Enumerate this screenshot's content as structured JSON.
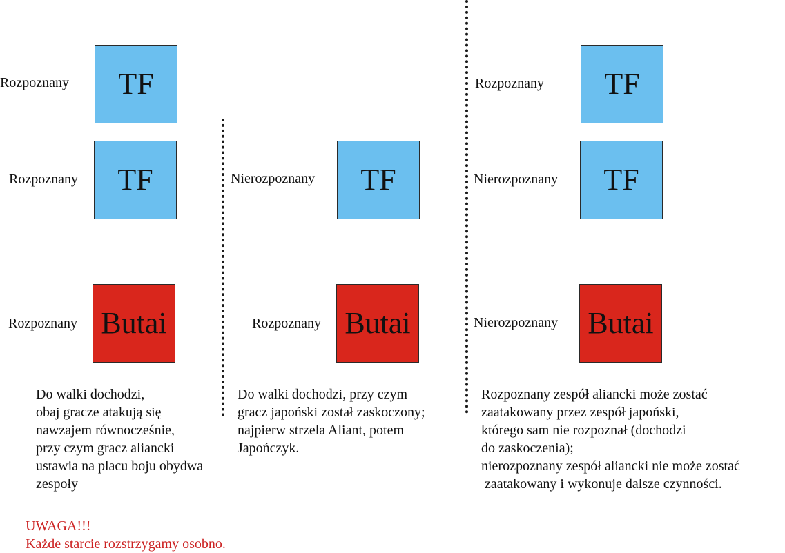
{
  "colors": {
    "tf_box": "#6bbfef",
    "butai_box": "#d9261c",
    "note_text": "#cc2222"
  },
  "columns": [
    {
      "units": [
        {
          "label": "Rozpoznany",
          "name": "TF"
        },
        {
          "label": "Rozpoznany",
          "name": "TF"
        },
        {
          "label": "Rozpoznany",
          "name": "Butai"
        }
      ],
      "description": [
        "Do walki dochodzi,",
        "obaj gracze atakują się",
        "nawzajem równocześnie,",
        "przy czym gracz aliancki",
        "ustawia na placu boju obydwa",
        "zespoły"
      ]
    },
    {
      "units": [
        {
          "label": "Nierozpoznany",
          "name": "TF"
        },
        {
          "label": "Rozpoznany",
          "name": "Butai"
        }
      ],
      "description": [
        "Do walki dochodzi, przy czym",
        "gracz japoński został zaskoczony;",
        "najpierw strzela Aliant, potem",
        "Japończyk."
      ]
    },
    {
      "units": [
        {
          "label": "Rozpoznany",
          "name": "TF"
        },
        {
          "label": "Nierozpoznany",
          "name": "TF"
        },
        {
          "label": "Nierozpoznany",
          "name": "Butai"
        }
      ],
      "description": [
        "Rozpoznany zespół aliancki może zostać",
        "zaatakowany przez zespół japoński,",
        "którego sam nie rozpoznał (dochodzi",
        "do zaskoczenia);",
        "nierozpoznany zespół aliancki nie może zostać",
        " zaatakowany i wykonuje dalsze czynności."
      ]
    }
  ],
  "note": {
    "title": "UWAGA!!!",
    "text": "Każde starcie rozstrzygamy osobno."
  }
}
